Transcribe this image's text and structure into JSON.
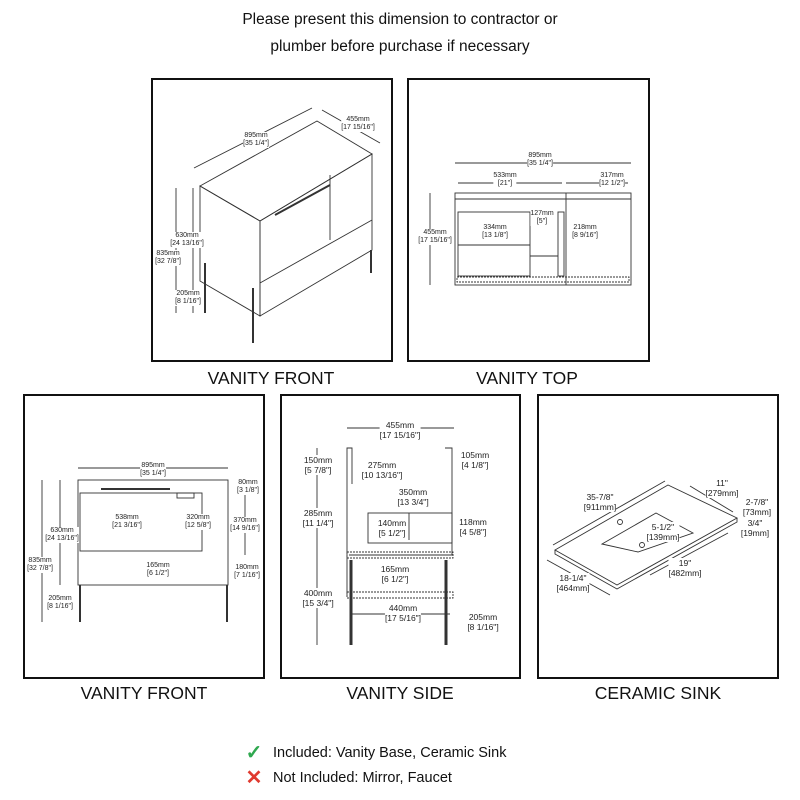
{
  "header": {
    "line1": "Please present this dimension to contractor or",
    "line2": "plumber before purchase if necessary"
  },
  "captions": {
    "front_iso": "VANITY FRONT",
    "top": "VANITY TOP",
    "front": "VANITY FRONT",
    "side": "VANITY SIDE",
    "sink": "CERAMIC SINK"
  },
  "front_iso_dims": [
    [
      "895mm",
      "[35 1/4\"]"
    ],
    [
      "455mm",
      "[17 15/16\"]"
    ],
    [
      "630mm",
      "[24 13/16\"]"
    ],
    [
      "835mm",
      "[32 7/8\"]"
    ],
    [
      "205mm",
      "[8 1/16\"]"
    ]
  ],
  "top_dims": [
    [
      "895mm",
      "[35 1/4\"]"
    ],
    [
      "533mm",
      "[21\"]"
    ],
    [
      "317mm",
      "[12 1/2\"]"
    ],
    [
      "455mm",
      "[17 15/16\"]"
    ],
    [
      "334mm",
      "[13 1/8\"]"
    ],
    [
      "127mm",
      "[5\"]"
    ],
    [
      "218mm",
      "[8 9/16\"]"
    ]
  ],
  "front_dims": [
    [
      "895mm",
      "[35 1/4\"]"
    ],
    [
      "80mm",
      "[3 1/8\"]"
    ],
    [
      "630mm",
      "[24 13/16\"]"
    ],
    [
      "835mm",
      "[32 7/8\"]"
    ],
    [
      "538mm",
      "[21 3/16\"]"
    ],
    [
      "320mm",
      "[12 5/8\"]"
    ],
    [
      "370mm",
      "[14 9/16\"]"
    ],
    [
      "165mm",
      "[6 1/2\"]"
    ],
    [
      "180mm",
      "[7 1/16\"]"
    ],
    [
      "205mm",
      "[8 1/16\"]"
    ]
  ],
  "side_dims": [
    [
      "455mm",
      "[17 15/16\"]"
    ],
    [
      "150mm",
      "[5 7/8\"]"
    ],
    [
      "275mm",
      "[10 13/16\"]"
    ],
    [
      "105mm",
      "[4 1/8\"]"
    ],
    [
      "350mm",
      "[13 3/4\"]"
    ],
    [
      "285mm",
      "[11 1/4\"]"
    ],
    [
      "140mm",
      "[5 1/2\"]"
    ],
    [
      "118mm",
      "[4 5/8\"]"
    ],
    [
      "165mm",
      "[6 1/2\"]"
    ],
    [
      "400mm",
      "[15 3/4\"]"
    ],
    [
      "440mm",
      "[17 5/16\"]"
    ],
    [
      "205mm",
      "[8 1/16\"]"
    ]
  ],
  "sink_dims": [
    [
      "35-7/8\"",
      "[911mm]"
    ],
    [
      "11\"",
      "[279mm]"
    ],
    [
      "2-7/8\"",
      "[73mm]"
    ],
    [
      "3/4\"",
      "[19mm]"
    ],
    [
      "5-1/2\"",
      "[139mm]"
    ],
    [
      "19\"",
      "[482mm]"
    ],
    [
      "18-1/4\"",
      "[464mm]"
    ]
  ],
  "legend": {
    "included": "Included: Vanity Base, Ceramic Sink",
    "not_included": "Not Included: Mirror, Faucet",
    "check_color": "#2fa84f",
    "cross_color": "#e03a2f"
  }
}
